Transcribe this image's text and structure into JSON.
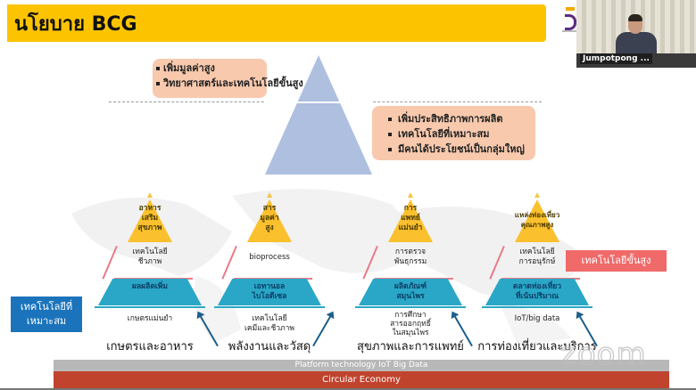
{
  "slide": {
    "title": "นโยบาย BCG",
    "top_note": {
      "bullets": [
        "เพิ่มมูลค่าสูง",
        "วิทยาศาสตร์และเทคโนโลยีขั้นสูง"
      ]
    },
    "right_note": {
      "bullets": [
        "เพิ่มประสิทธิภาพการผลิต",
        "เทคโนโลยีที่เหมาะสม",
        "มีคนได้ประโยชน์เป็นกลุ่มใหญ่"
      ]
    },
    "pyramids": [
      {
        "top": "อาหาร\nเสริม\nสุขภาพ",
        "middle": "เทคโนโลยี\nชีวภาพ",
        "base": "ผลผลิตเพิ่ม",
        "bottom": "เกษตรแม่นยำ",
        "label": "เกษตรและอาหาร"
      },
      {
        "top": "สาร\nมูลค่า\nสูง",
        "middle": "bioprocess",
        "base": "เอทานอล\nไบโอดีเซล",
        "bottom": "เทคโนโลยี\nเคมีและชีวภาพ",
        "label": "พลังงานและวัสดุ"
      },
      {
        "top": "การ\nแพทย์\nแม่นยำ",
        "middle": "การตรวจ\nพันธุกรรม",
        "base": "ผลิตภัณฑ์\nสมุนไพร",
        "bottom": "การศึกษา\nสารออกฤทธิ์\nในสมุนไพร",
        "label": "สุขภาพและการแพทย์"
      },
      {
        "top": "แหล่งท่องเที่ยว\nคุณภาพสูง",
        "middle": "เทคโนโลยี\nการอนุรักษ์",
        "base": "ตลาดท่องเที่ยว\nที่เน้นปริมาณ",
        "bottom": "IoT/big data",
        "label": "การท่องเที่ยวและบริการ"
      }
    ],
    "side_left_label": "เทคโนโลยีที่\nเหมาะสม",
    "side_right_label": "เทคโนโลยีขั้นสูง",
    "platform_bar": "Platform technology IoT Big Data",
    "circular_bar": "Circular Economy",
    "colors": {
      "title_bar": "#fcc400",
      "note_bg": "#f8c9ad",
      "big_pyramid": "#aebfe0",
      "pyramid_top": "#fbc02d",
      "pyramid_base": "#2aa7c6",
      "side_left": "#1b74bb",
      "side_right": "#f06a6a",
      "platform": "#b8b8b8",
      "circular": "#c0432e"
    }
  },
  "video": {
    "participant_name": "Jumpotpong ..."
  },
  "watermark": "zoom"
}
